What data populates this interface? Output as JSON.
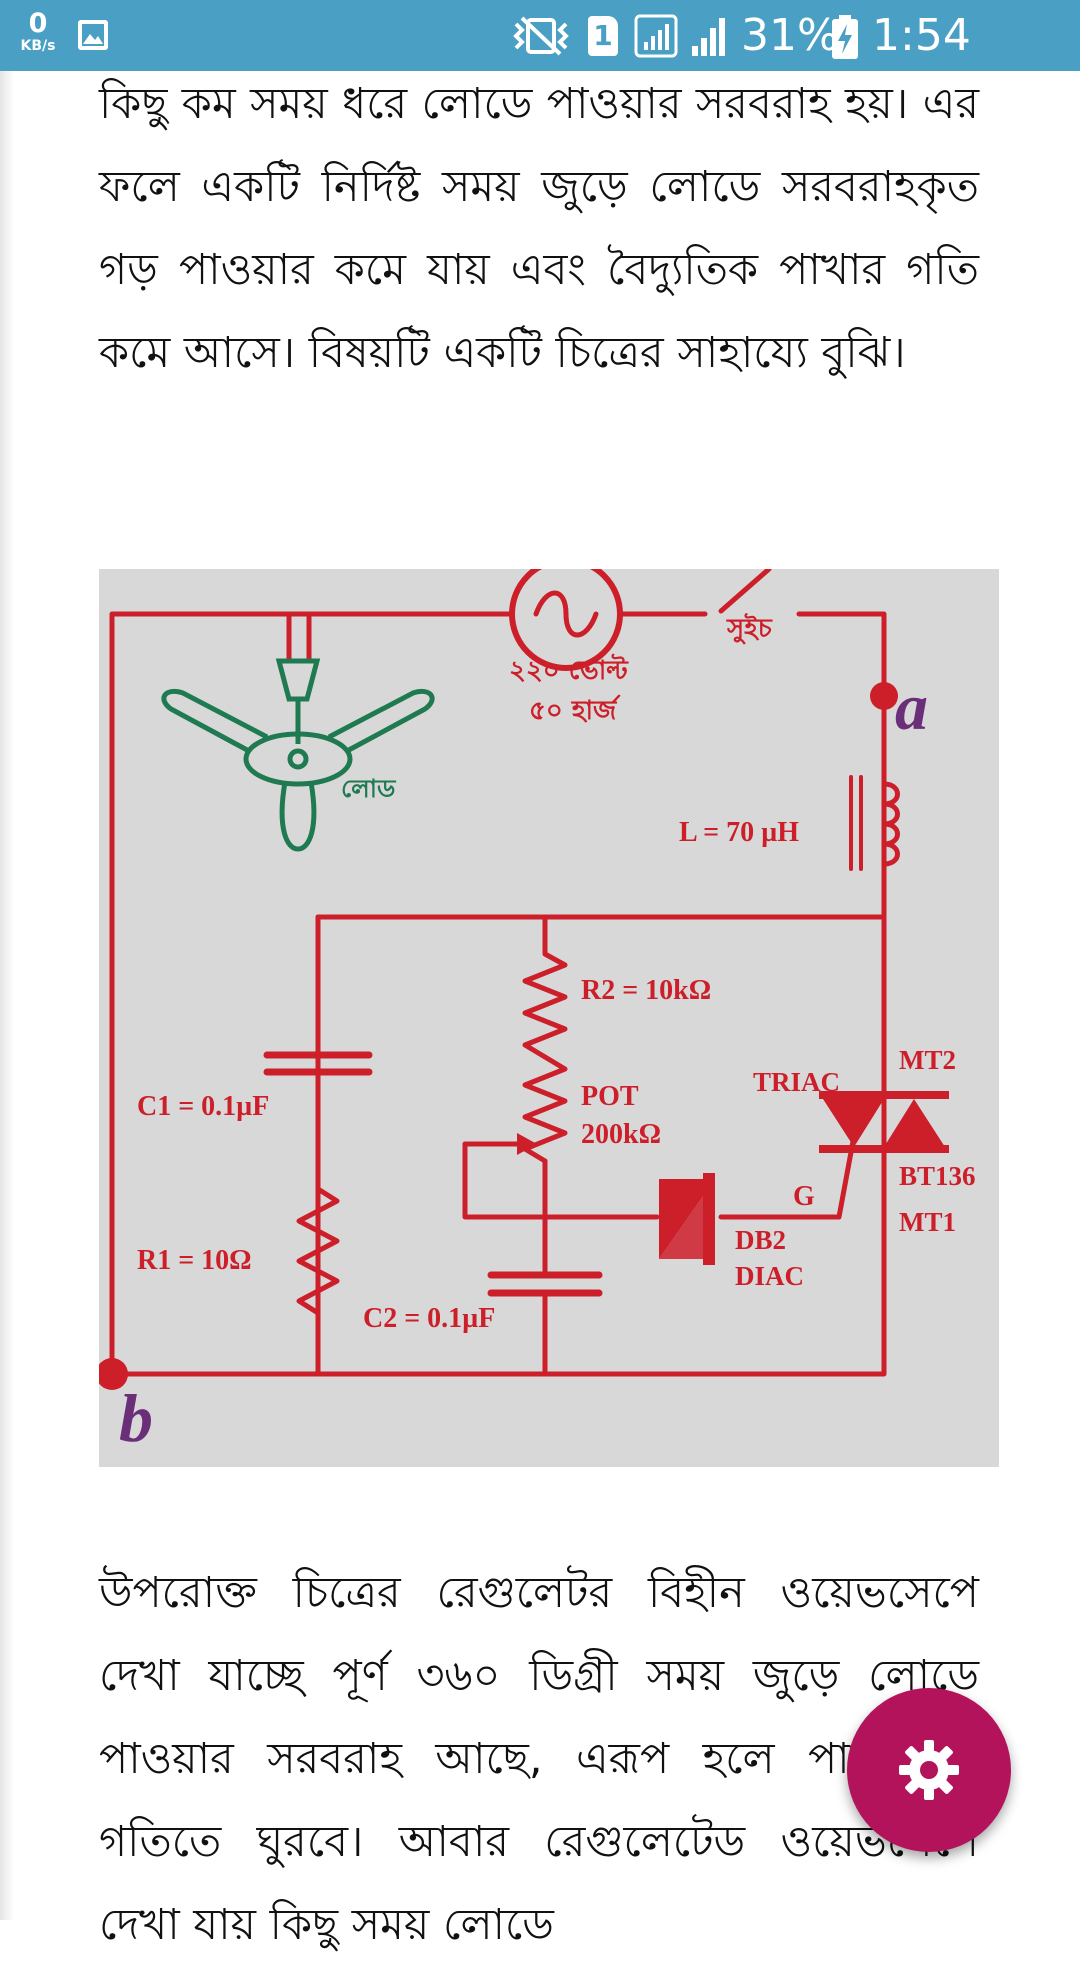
{
  "status_bar": {
    "kb_value": "0",
    "kb_unit": "KB/s",
    "sim_label": "1",
    "battery": "31%",
    "time": "1:54 a.m.",
    "icons": [
      "gallery-icon",
      "mute-vibrate-icon",
      "sim-icon",
      "signal-icon",
      "signal-icon",
      "battery-charging-icon"
    ]
  },
  "article": {
    "paragraph_1": "কিছু কম সময় ধরে লোডে পাওয়ার সরবরাহ হয়। এর ফলে একটি নির্দিষ্ট সময় জুড়ে লোডে সরবরাহকৃত গড় পাওয়ার কমে যায় এবং বৈদ্যুতিক পাখার গতি কমে আসে। বিষয়টি একটি চিত্রের সাহায্যে বুঝি।",
    "paragraph_2": "উপরোক্ত চিত্রের রেগুলেটর বিহীন ওয়েভসেপে দেখা যাচ্ছে পূর্ণ ৩৬০ ডিগ্রী সময় জুড়ে লোডে পাওয়ার সরবরাহ আছে, এরূপ হলে পাখা পূর্ণ গতিতে ঘুরবে। আবার রেগুলেটেড ওয়েভসেপে দেখা যায় কিছু সময় লোডে"
  },
  "figure": {
    "source_label": "২২০ ভোল্ট",
    "frequency_label": "৫০ হার্জ",
    "switch_label": "সুইচ",
    "load_label": "লোড",
    "node_a": "a",
    "node_b": "b",
    "inductor_label": "L = 70 µH",
    "r2_label": "R2 = 10kΩ",
    "pot_label": "POT",
    "pot_value": "200kΩ",
    "c1_label": "C1 = 0.1µF",
    "r1_label": "R1 = 10Ω",
    "c2_label": "C2 = 0.1µF",
    "triac_label": "TRIAC",
    "mt2_label": "MT2",
    "mt1_label": "MT1",
    "triac_part": "BT136",
    "gate_label": "G",
    "diac_part": "DB2",
    "diac_label": "DIAC",
    "colors": {
      "wire": "#cc1f2a",
      "fan": "#1f7a52",
      "node_letter": "#6b2f7a",
      "background": "#d9d8d8"
    }
  },
  "fab": {
    "icon": "gear-icon",
    "color": "#b3135a"
  }
}
